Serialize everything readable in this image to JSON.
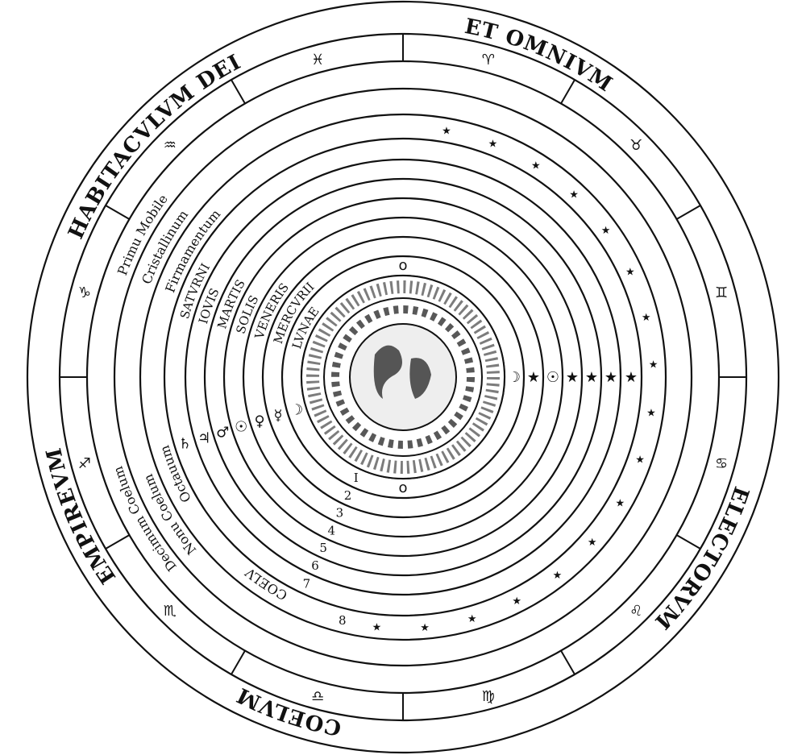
{
  "outer_inscription": {
    "top_left": "HABITACVLVM DEI",
    "top_right": "ET OMNIVM",
    "right": "ELECTORVM",
    "bottom": "COELVM",
    "left": "EMPIREVM"
  },
  "heavens": {
    "tenth": "Decimum Coelum",
    "ninth": "Nonu Coelum",
    "primum_mobile": "Primu Mobile",
    "crystalline": "Cristallinum",
    "firmament": "Firmamentum",
    "eighth": "Octauum",
    "saturn": "SATVRNI",
    "jupiter": "IOVIS",
    "mars": "MARTIS",
    "sun": "SOLIS",
    "venus": "VENERIS",
    "mercury": "MERCVRII",
    "moon": "LVNAE",
    "coelum": "COELV"
  },
  "sphere_numbers": [
    "I",
    "2",
    "3",
    "4",
    "5",
    "6",
    "7",
    "8"
  ],
  "planet_symbols": [
    "♄",
    "♃",
    "♂",
    "☉",
    "♀",
    "☿",
    "☽"
  ],
  "zodiac_symbols": [
    "♈",
    "♉",
    "♊",
    "♋",
    "♌",
    "♍",
    "♎",
    "♏",
    "♐",
    "♑",
    "♒",
    "♓"
  ],
  "colors": {
    "ink": "#111111",
    "paper": "#ffffff"
  }
}
